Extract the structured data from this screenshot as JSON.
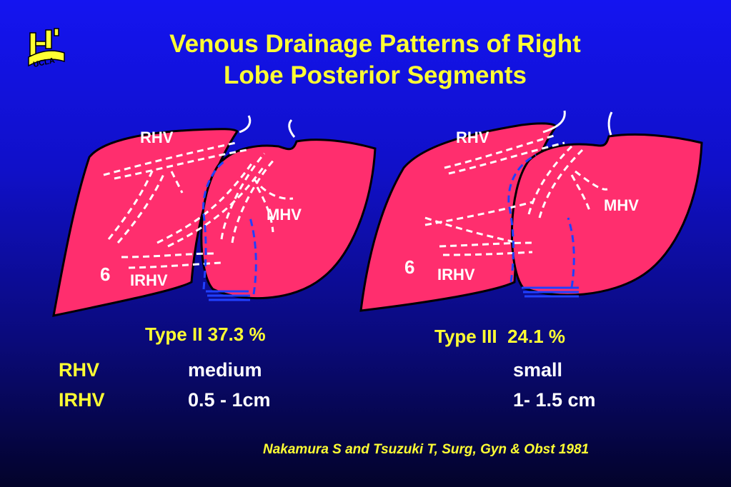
{
  "title": {
    "line1": "Venous Drainage Patterns of Right",
    "line2": "Lobe Posterior Segments"
  },
  "logo": {
    "text": "UCLA",
    "color": "#ffff33"
  },
  "colors": {
    "liver": "#ff2e6e",
    "vein_dash": "#ffffff",
    "vein_blue": "#2040ff",
    "accent": "#ffff33"
  },
  "diagrams": [
    {
      "rhv": "RHV",
      "mhv": "MHV",
      "irhv": "IRHV",
      "segment": "6"
    },
    {
      "rhv": "RHV",
      "mhv": "MHV",
      "irhv": "IRHV",
      "segment": "6"
    }
  ],
  "types": [
    {
      "label": "Type II 37.3 %"
    },
    {
      "label": "Type III  24.1 %"
    }
  ],
  "table": {
    "rows": [
      {
        "name": "RHV",
        "type2": "medium",
        "type3": "small"
      },
      {
        "name": "IRHV",
        "type2": "0.5 - 1cm",
        "type3": "1- 1.5 cm"
      }
    ]
  },
  "citation": "Nakamura S and Tsuzuki T, Surg, Gyn & Obst 1981"
}
